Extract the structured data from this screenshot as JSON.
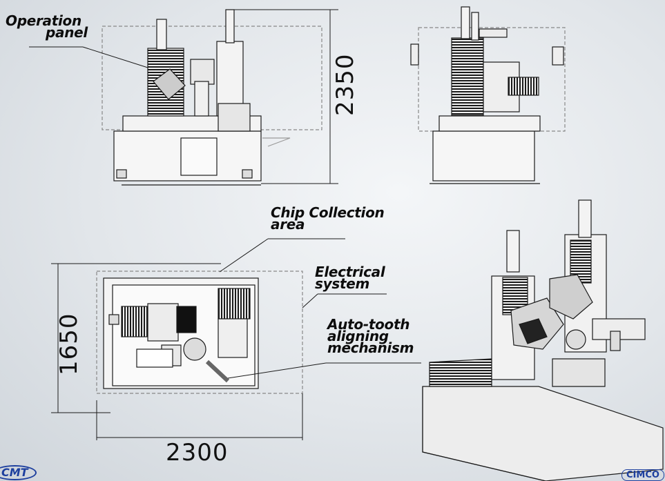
{
  "callouts": {
    "operation_panel": [
      "Operation",
      "panel"
    ],
    "chip_collection": [
      "Chip Collection",
      "area"
    ],
    "electrical_system": [
      "Electrical",
      "system"
    ],
    "auto_tooth": [
      "Auto-tooth",
      "aligning",
      "mechanism"
    ]
  },
  "dimensions": {
    "height": "2350",
    "depth": "1650",
    "width": "2300"
  },
  "logos": {
    "left": "CMT",
    "right": "CIMCO"
  },
  "colors": {
    "line": "#1a1a1a",
    "module": "#111111",
    "logo": "#1d3f9e"
  }
}
